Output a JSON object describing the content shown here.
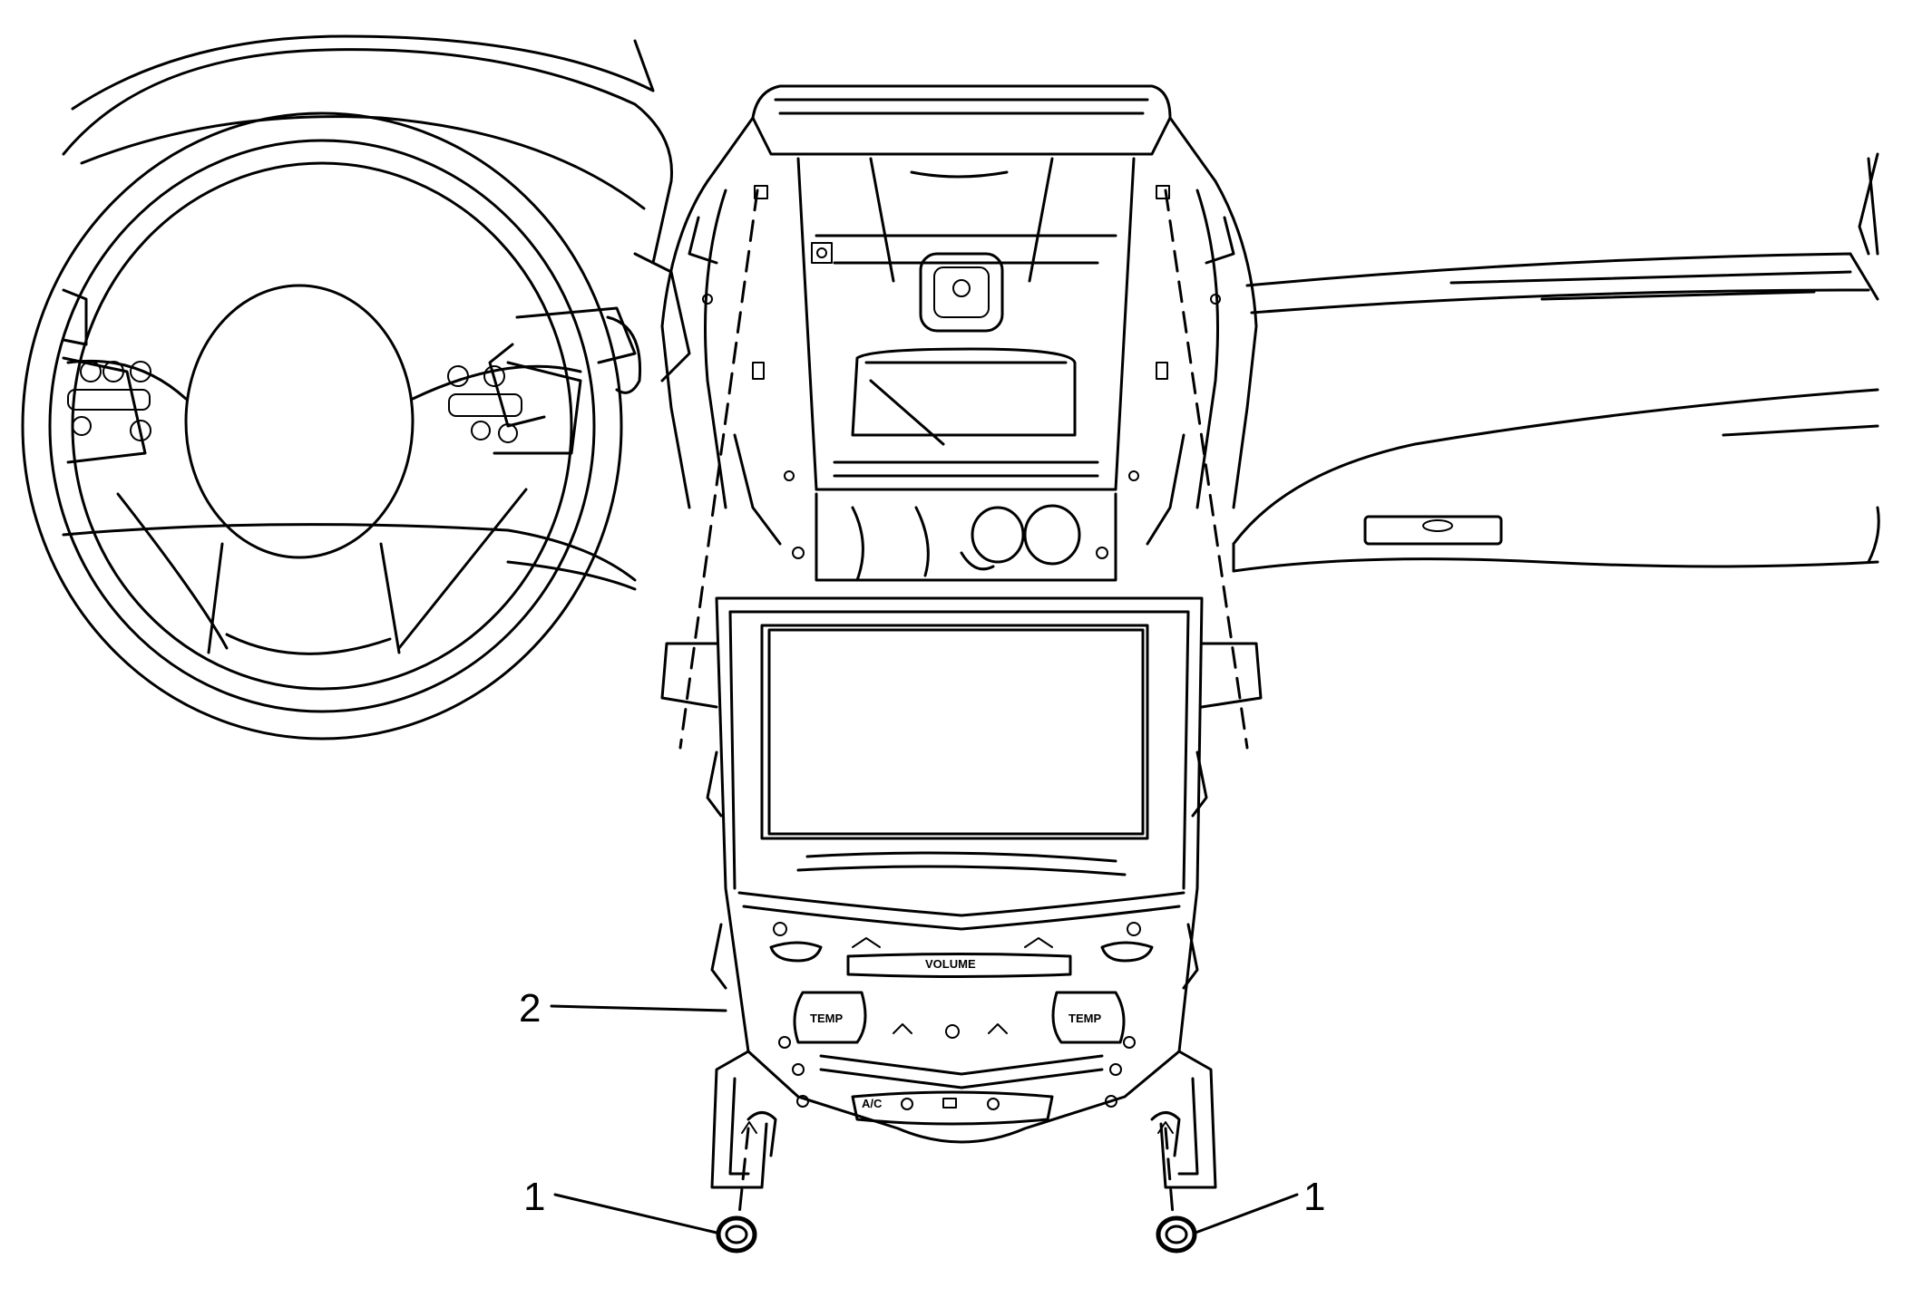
{
  "callouts": [
    {
      "id": "1",
      "label": "1"
    },
    {
      "id": "2",
      "label": "2"
    },
    {
      "id": "1b",
      "label": "1"
    }
  ],
  "panel_labels": {
    "volume": "VOLUME",
    "temp_left": "TEMP",
    "temp_right": "TEMP",
    "ac": "A/C"
  }
}
